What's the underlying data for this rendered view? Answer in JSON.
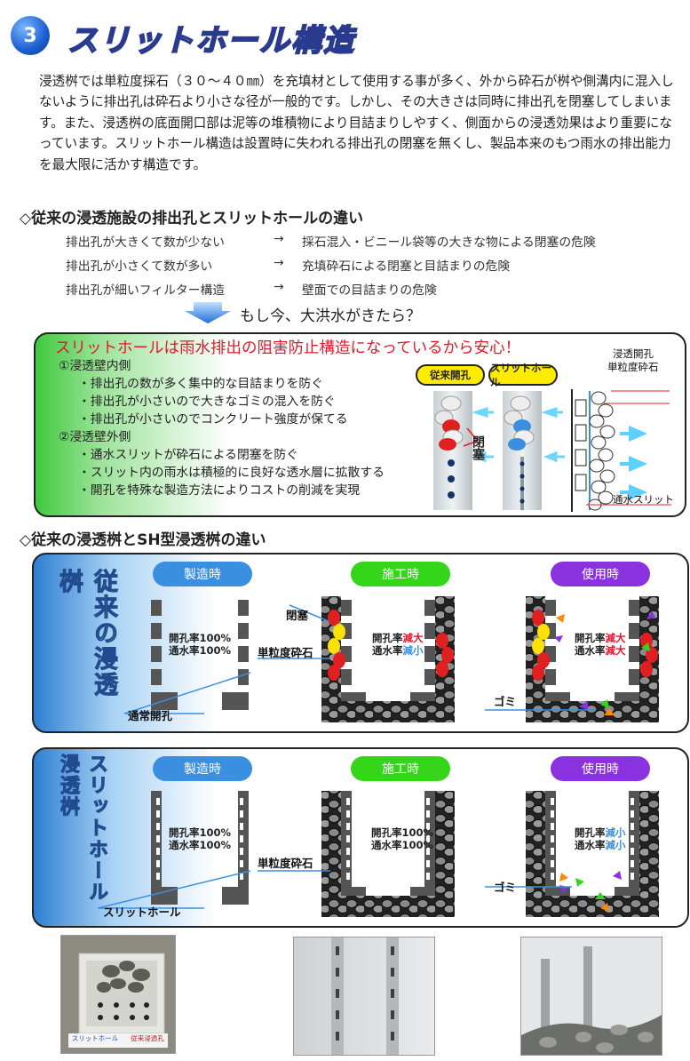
{
  "header": {
    "number": "3",
    "title": "スリットホール構造"
  },
  "intro": "浸透桝では単粒度採石（３０～４０㎜）を充填材として使用する事が多く、外から砕石が桝や側溝内に混入しないように排出孔は砕石より小さな径が一般的です。しかし、その大きさは同時に排出孔を閉塞してしまいます。また、浸透桝の底面開口部は泥等の堆積物により目詰まりしやすく、側面からの浸透効果はより重要になっています。スリットホール構造は設置時に失われる排出孔の閉塞を無くし、製品本来のもつ雨水の排出能力を最大限に活かす構造です。",
  "section1": {
    "title": "◇従来の浸透施設の排出孔とスリットホールの違い",
    "rows": [
      {
        "cond": "排出孔が大きくて数が少ない",
        "arrow": "→",
        "result": "採石混入・ビニール袋等の大きな物による閉塞の危険"
      },
      {
        "cond": "排出孔が小さくて数が多い",
        "arrow": "→",
        "result": "充填砕石による閉塞と目詰まりの危険"
      },
      {
        "cond": "排出孔が細いフィルター構造",
        "arrow": "→",
        "result": "壁面での目詰まりの危険"
      }
    ],
    "flood": "もし今、大洪水がきたら？"
  },
  "box": {
    "title": "スリットホールは雨水排出の阻害防止構造になっているから安心！",
    "inner_head": "①浸透壁内側",
    "inner": [
      "・排出孔の数が多く集中的な目詰まりを防ぐ",
      "・排出孔が小さいので大きなゴミの混入を防ぐ",
      "・排出孔が小さいのでコンクリート強度が保てる"
    ],
    "outer_head": "②浸透壁外側",
    "outer": [
      "・通水スリットが砕石による閉塞を防ぐ",
      "・スリット内の雨水は積極的に良好な透水層に拡散する",
      "・開孔を特殊な製造方法によりコストの削減を実現"
    ],
    "pill_conv": "従来開孔",
    "pill_slit": "スリットホール",
    "blocked": "閉塞",
    "lbl_hole": "浸透開孔",
    "lbl_stone": "単粒度砕石",
    "lbl_slit": "通水スリット"
  },
  "section2": {
    "title": "◇従来の浸透桝とSH型浸透桝の違い"
  },
  "panel1": {
    "vtitle": "従来の浸透桝",
    "tags": [
      "製造時",
      "施工時",
      "使用時"
    ],
    "blocked": "閉塞",
    "stone": "単粒度砕石",
    "normal": "通常開孔",
    "garbage": "ゴミ",
    "s1": {
      "l1": "開孔率100%",
      "l2": "通水率100%"
    },
    "s2": {
      "l1a": "開孔率",
      "l1b": "減大",
      "l2a": "通水率",
      "l2b": "減小"
    },
    "s3": {
      "l1a": "開孔率",
      "l1b": "減大",
      "l2a": "通水率",
      "l2b": "減大"
    }
  },
  "panel2": {
    "vtitle": "スリットホール浸透桝",
    "tags": [
      "製造時",
      "施工時",
      "使用時"
    ],
    "stone": "単粒度砕石",
    "slit": "スリットホール",
    "garbage": "ゴミ",
    "s1": {
      "l1": "開孔率100%",
      "l2": "通水率100%"
    },
    "s2": {
      "l1": "開孔率100%",
      "l2": "通水率100%"
    },
    "s3": {
      "l1a": "開孔率",
      "l1b": "減小",
      "l2a": "通水率",
      "l2b": "減小"
    }
  },
  "photos": {
    "label_slit": "スリットホール",
    "label_conv": "従来浸透孔"
  },
  "colors": {
    "red": "#e0192d",
    "blue": "#3b8fe0",
    "green": "#3ec93e",
    "purple": "#7a2fd8",
    "tag_blue": "#3b8fe0",
    "tag_green": "#35d61a",
    "tag_purple": "#8a32e0"
  }
}
